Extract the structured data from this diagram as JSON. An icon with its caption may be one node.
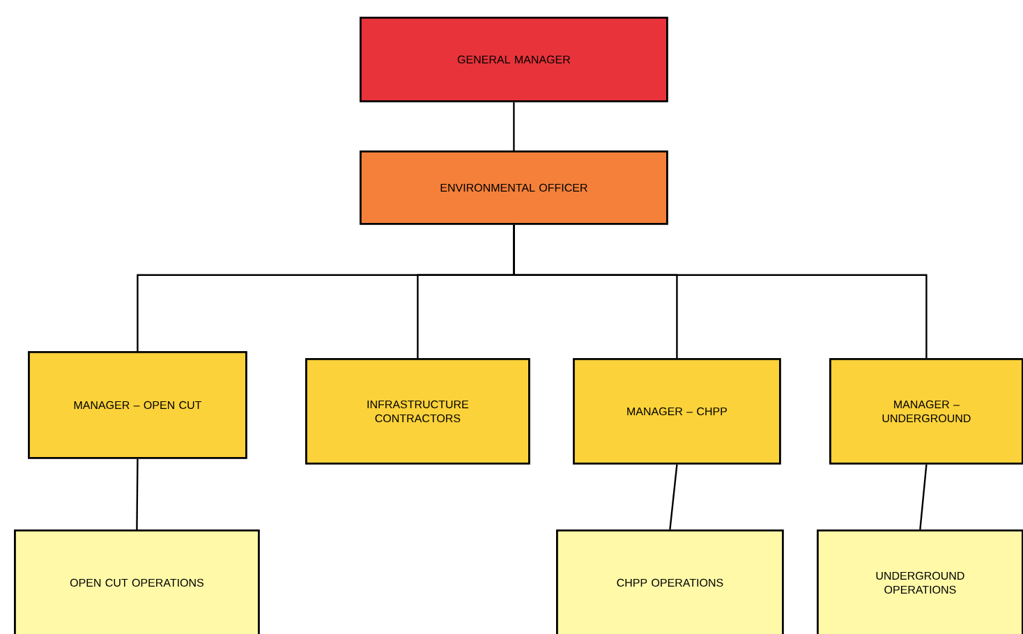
{
  "diagram": {
    "nodes": [
      {
        "text": [
          "GENERAL MANAGER"
        ]
      },
      {
        "text": [
          "ENVIRONMENTAL OFFICER"
        ]
      },
      {
        "text": [
          "MANAGER – OPEN CUT"
        ]
      },
      {
        "text": [
          "INFRASTRUCTURE CONTRACTORS"
        ]
      },
      {
        "text": [
          "MANAGER – CHPP"
        ]
      },
      {
        "text": [
          "MANAGER – UNDERGROUND"
        ]
      },
      {
        "text": [
          "OPEN CUT OPERATIONS"
        ]
      },
      {
        "text": [
          "CHPP OPERATIONS"
        ]
      },
      {
        "text": [
          "UNDERGROUND OPERATIONS"
        ]
      }
    ],
    "edges": [
      {
        "from": 0,
        "to": 1,
        "arrow": "none"
      },
      {
        "from": 1,
        "to": 2,
        "arrow": "none"
      },
      {
        "from": 1,
        "to": 3,
        "arrow": "none"
      },
      {
        "from": 1,
        "to": 4,
        "arrow": "none"
      },
      {
        "from": 1,
        "to": 5,
        "arrow": "none"
      },
      {
        "from": 2,
        "to": 6,
        "arrow": "none"
      },
      {
        "from": 4,
        "to": 7,
        "arrow": "none"
      },
      {
        "from": 5,
        "to": 8,
        "arrow": "none"
      }
    ]
  }
}
